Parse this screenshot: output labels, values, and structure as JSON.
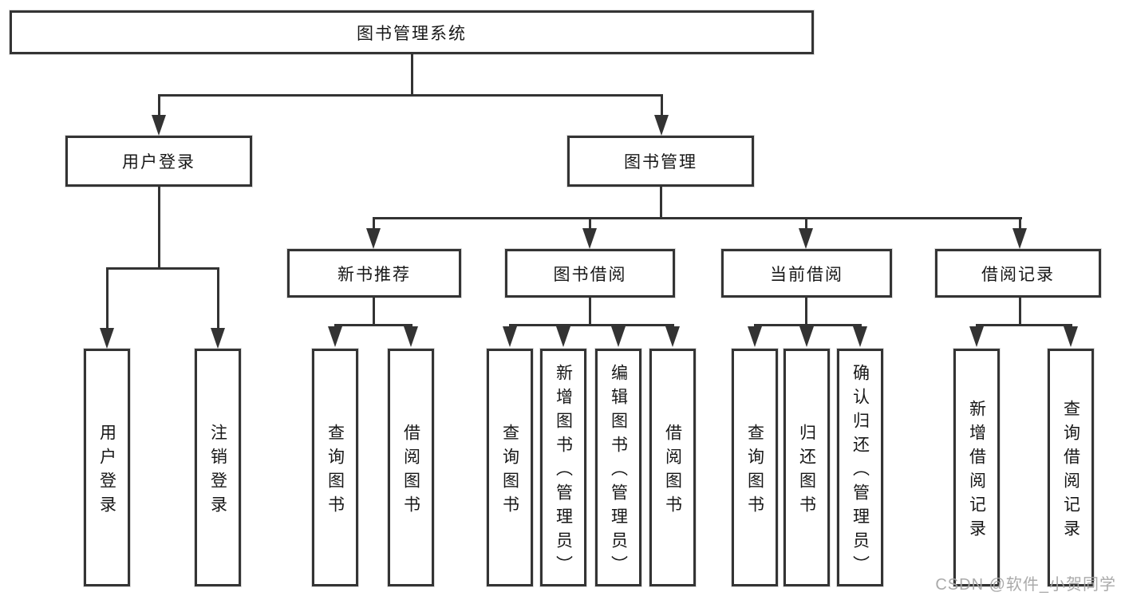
{
  "diagram_title": "图书管理系统",
  "nodes": {
    "root": {
      "label": "图书管理系统"
    },
    "login": {
      "label": "用户登录",
      "children": [
        {
          "label": "用户登录"
        },
        {
          "label": "注销登录"
        }
      ]
    },
    "manage": {
      "label": "图书管理",
      "sections": [
        {
          "label": "新书推荐",
          "children": [
            {
              "label": "查询图书"
            },
            {
              "label": "借阅图书"
            }
          ]
        },
        {
          "label": "图书借阅",
          "children": [
            {
              "label": "查询图书"
            },
            {
              "label": "新增图书（管理员）"
            },
            {
              "label": "编辑图书（管理员）"
            },
            {
              "label": "借阅图书"
            }
          ]
        },
        {
          "label": "当前借阅",
          "children": [
            {
              "label": "查询图书"
            },
            {
              "label": "归还图书"
            },
            {
              "label": "确认归还（管理员）"
            }
          ]
        },
        {
          "label": "借阅记录",
          "children": [
            {
              "label": "新增借阅记录"
            },
            {
              "label": "查询借阅记录"
            }
          ]
        }
      ]
    }
  },
  "watermark": {
    "text": "CSDN @软件_小贺同学"
  },
  "colors": {
    "line": "#333333",
    "border": "#343434",
    "text": "#171717",
    "watermark": "#a5a5a5",
    "background": "#ffffff"
  }
}
